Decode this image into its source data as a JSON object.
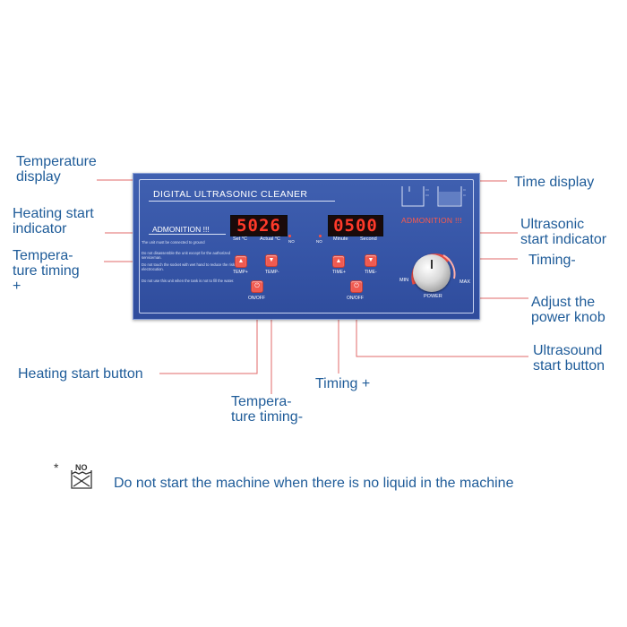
{
  "callouts": {
    "temperature_display": "Temperature\ndisplay",
    "heating_start_indicator": "Heating start\nindicator",
    "temperature_timing_plus": "Tempera-\nture timing\n+",
    "heating_start_button": "Heating start button",
    "temperature_timing_minus": "Tempera-\nture timing-",
    "timing_plus": "Timing +",
    "time_display": "Time display",
    "ultrasonic_start_indicator": "Ultrasonic\nstart indicator",
    "timing_minus": "Timing-",
    "adjust_power_knob": "Adjust the\npower knob",
    "ultrasound_start_button": "Ultrasound\nstart button"
  },
  "panel": {
    "title": "DIGITAL ULTRASONIC CLEANER",
    "admonition_left": "ADMONITION !!!",
    "admonition_right": "ADMONITION !!!",
    "warnings": [
      "The unit must be connected to ground",
      "Do not disassemble the unit except for the authorized serviceman.",
      "Do not touch the socket with wet hand to reduce the risk of electrocution.",
      "Do not use this unit when the tank is not to fill the water."
    ],
    "temp_display": "5026",
    "temp_set_label": "Set °C",
    "temp_actual_label": "Actual °C",
    "heat_indicator_label": "NO",
    "time_display": "0500",
    "time_minute_label": "Minute",
    "time_second_label": "Second",
    "ultra_indicator_label": "NO",
    "buttons": {
      "temp_plus": "TEMP+",
      "temp_minus": "TEMP-",
      "heat_onoff": "ON/OFF",
      "time_plus": "TIME+",
      "time_minus": "TIME-",
      "ultra_onoff": "ON/OFF"
    },
    "knob": {
      "min": "MIN",
      "max": "MAX",
      "label": "POWER"
    }
  },
  "note": {
    "icon_label": "NO",
    "text": "Do not start the machine when there is no liquid in the machine"
  },
  "colors": {
    "callout_text": "#1f5c99",
    "leader_line": "#e06a6a",
    "panel_blue": "#3554a6",
    "led_red": "#ff3a2a"
  }
}
